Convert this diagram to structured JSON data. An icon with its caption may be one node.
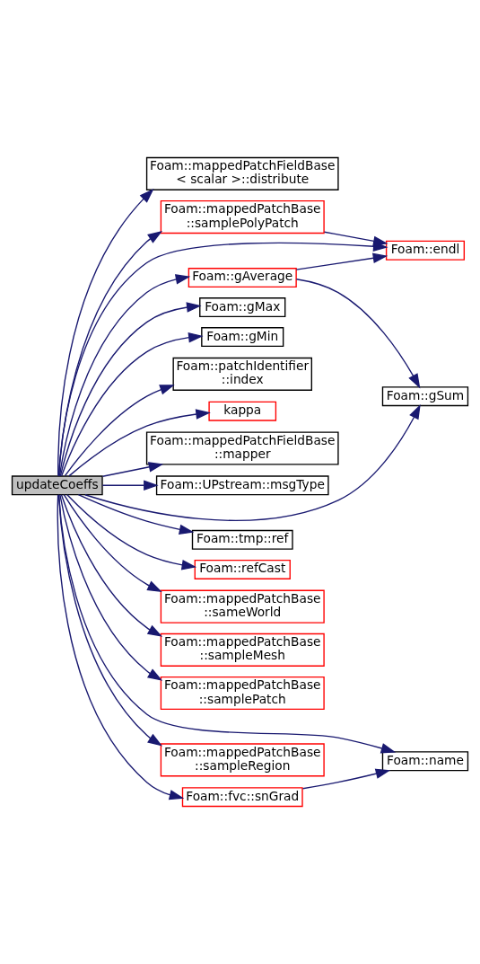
{
  "diagram": {
    "nodes": [
      {
        "text": [
          "updateCoeffs"
        ]
      },
      {
        "text": [
          "Foam::mappedPatchFieldBase < scalar >::distribute"
        ]
      },
      {
        "text": [
          "Foam::mappedPatchBase ::samplePolyPatch"
        ]
      },
      {
        "text": [
          "Foam::endl"
        ]
      },
      {
        "text": [
          "Foam::gAverage"
        ]
      },
      {
        "text": [
          "Foam::gMax"
        ]
      },
      {
        "text": [
          "Foam::gMin"
        ]
      },
      {
        "text": [
          "Foam::patchIdentifier ::index"
        ]
      },
      {
        "text": [
          "kappa"
        ]
      },
      {
        "text": [
          "Foam::mappedPatchFieldBase ::mapper"
        ]
      },
      {
        "text": [
          "Foam::UPstream::msgType"
        ]
      },
      {
        "text": [
          "Foam::gSum"
        ]
      },
      {
        "text": [
          "Foam::tmp::ref"
        ]
      },
      {
        "text": [
          "Foam::refCast"
        ]
      },
      {
        "text": [
          "Foam::mappedPatchBase ::sameWorld"
        ]
      },
      {
        "text": [
          "Foam::mappedPatchBase ::sampleMesh"
        ]
      },
      {
        "text": [
          "Foam::mappedPatchBase ::samplePatch"
        ]
      },
      {
        "text": [
          "Foam::name"
        ]
      },
      {
        "text": [
          "Foam::mappedPatchBase ::sampleRegion"
        ]
      },
      {
        "text": [
          "Foam::fvc::snGrad"
        ]
      }
    ],
    "edges": [
      {
        "from": 0,
        "to": 1,
        "arrow": "to"
      },
      {
        "from": 0,
        "to": 2,
        "arrow": "to"
      },
      {
        "from": 2,
        "to": 3,
        "arrow": "to"
      },
      {
        "from": 0,
        "to": 3,
        "arrow": "to"
      },
      {
        "from": 0,
        "to": 4,
        "arrow": "to"
      },
      {
        "from": 4,
        "to": 3,
        "arrow": "to"
      },
      {
        "from": 4,
        "to": 11,
        "arrow": "to"
      },
      {
        "from": 0,
        "to": 5,
        "arrow": "to"
      },
      {
        "from": 0,
        "to": 6,
        "arrow": "to"
      },
      {
        "from": 0,
        "to": 7,
        "arrow": "to"
      },
      {
        "from": 0,
        "to": 8,
        "arrow": "to"
      },
      {
        "from": 0,
        "to": 9,
        "arrow": "to"
      },
      {
        "from": 0,
        "to": 10,
        "arrow": "to"
      },
      {
        "from": 0,
        "to": 11,
        "arrow": "to"
      },
      {
        "from": 0,
        "to": 12,
        "arrow": "to"
      },
      {
        "from": 0,
        "to": 13,
        "arrow": "to"
      },
      {
        "from": 0,
        "to": 14,
        "arrow": "to"
      },
      {
        "from": 0,
        "to": 15,
        "arrow": "to"
      },
      {
        "from": 0,
        "to": 16,
        "arrow": "to"
      },
      {
        "from": 0,
        "to": 17,
        "arrow": "to"
      },
      {
        "from": 0,
        "to": 18,
        "arrow": "to"
      },
      {
        "from": 0,
        "to": 19,
        "arrow": "to"
      },
      {
        "from": 19,
        "to": 17,
        "arrow": "to"
      }
    ]
  }
}
